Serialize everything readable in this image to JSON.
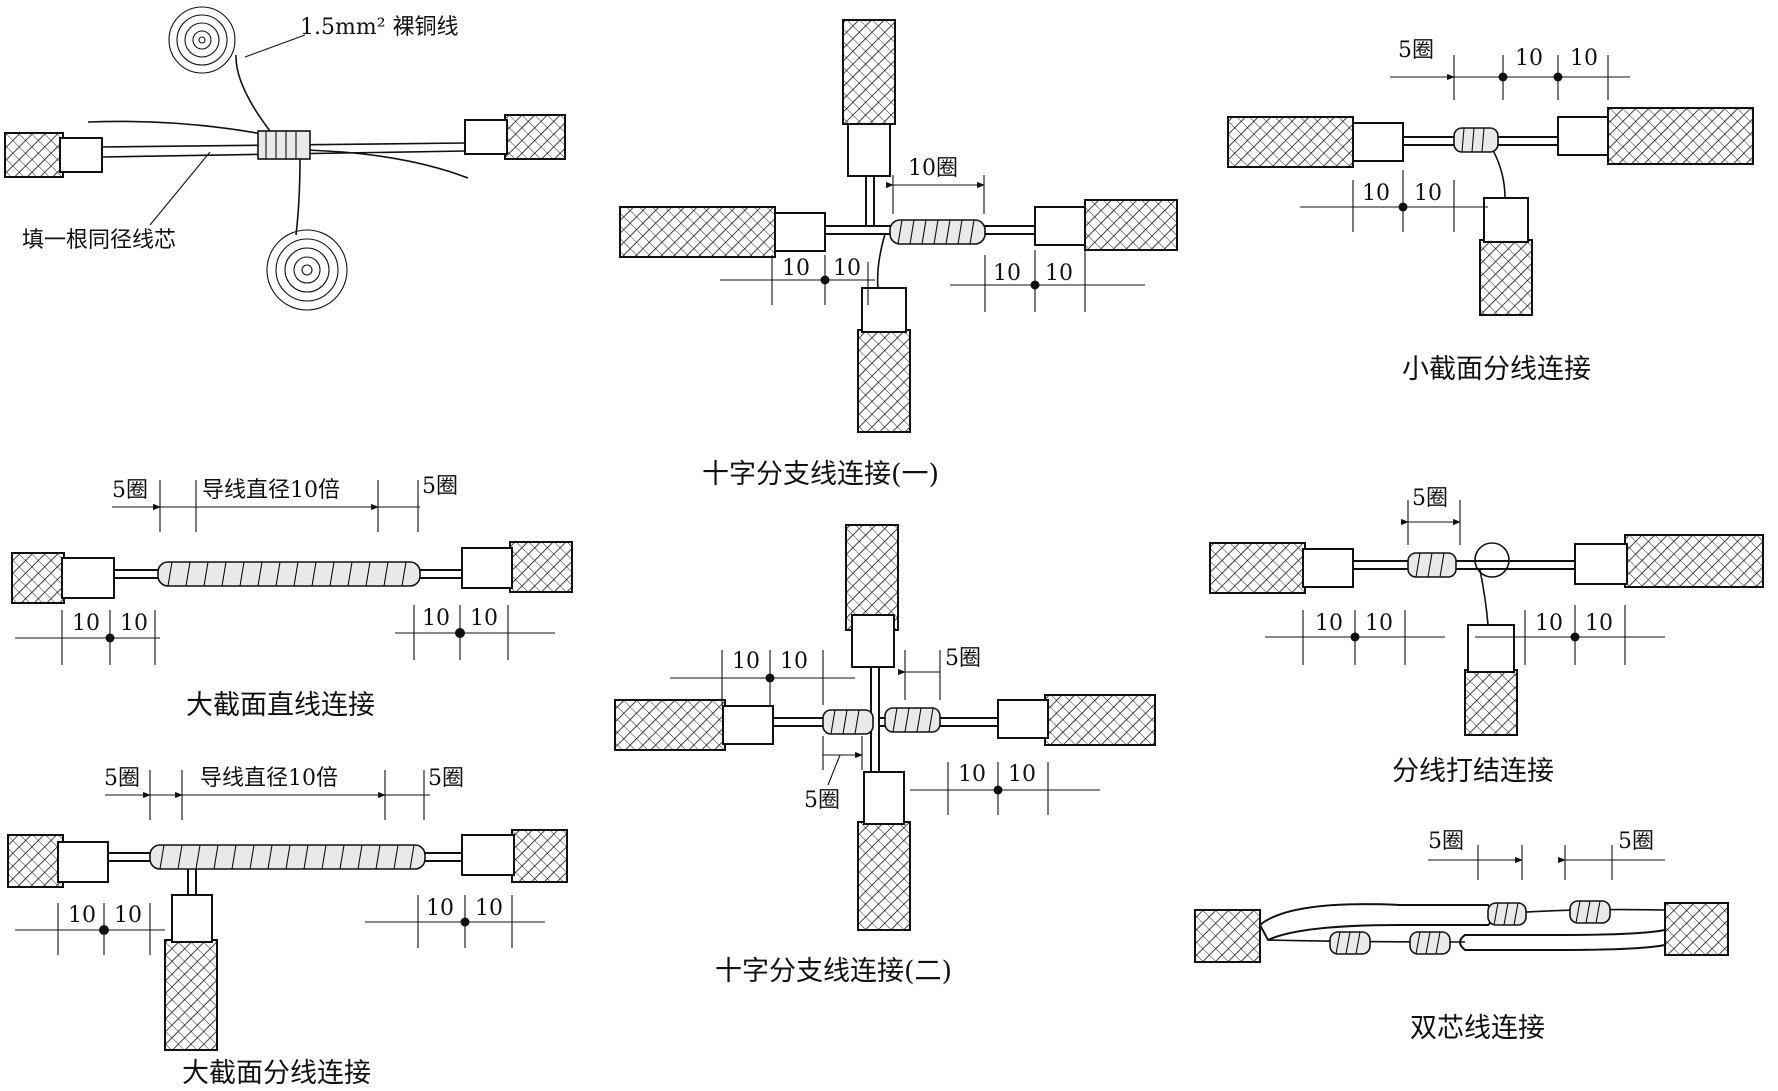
{
  "figure": {
    "bare_wire_label": "1.5mm² 裸铜线",
    "filler_label": "填一根同径线芯",
    "dim_10": "10",
    "dim_5_turns": "5圈",
    "dim_10_turns": "10圈",
    "dim_10x_diameter": "导线直径10倍"
  },
  "captions": {
    "small_branch": "小截面分线连接",
    "cross_one": "十字分支线连接(一)",
    "cross_two": "十字分支线连接(二)",
    "large_straight": "大截面直线连接",
    "large_branch": "大截面分线连接",
    "knot_branch": "分线打结连接",
    "twin_core": "双芯线连接"
  }
}
